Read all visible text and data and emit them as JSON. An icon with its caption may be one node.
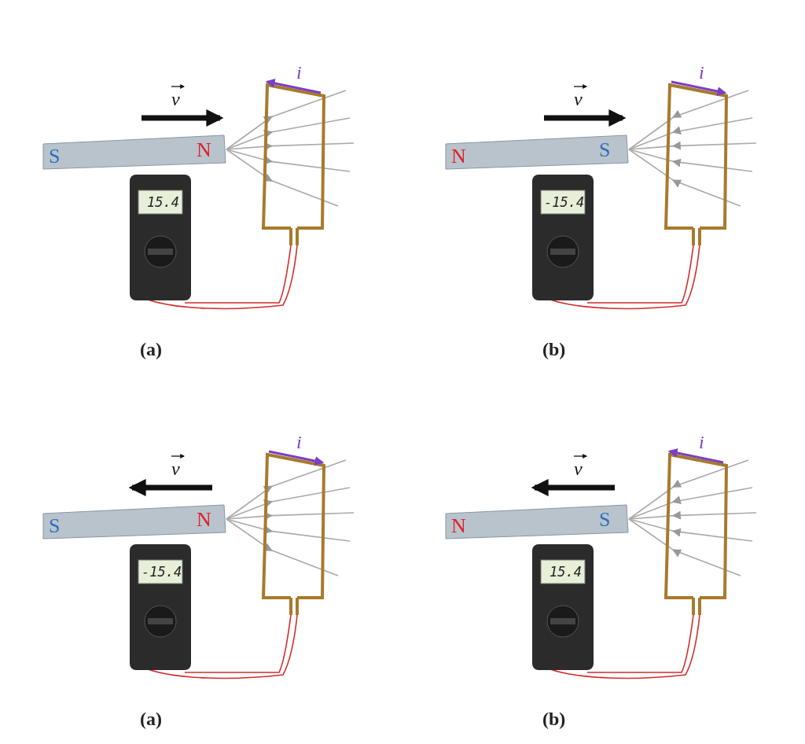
{
  "diagram": {
    "labels": [
      "i",
      "v",
      "S",
      "N",
      "15.4",
      "(a)",
      "i",
      "v",
      "N",
      "S",
      "-15.4",
      "(b)",
      "i",
      "v",
      "S",
      "N",
      "-15.4",
      "(a)",
      "i",
      "v",
      "N",
      "S",
      "15.4",
      "(b)"
    ]
  }
}
